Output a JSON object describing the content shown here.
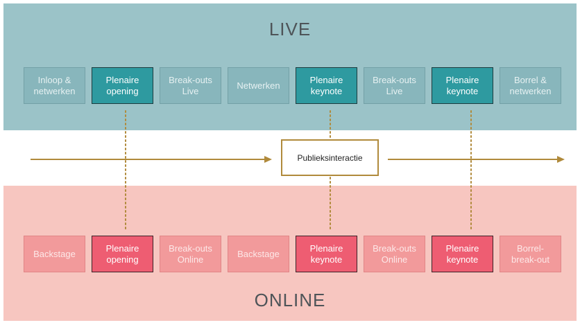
{
  "live": {
    "title": "LIVE",
    "items": [
      {
        "line1": "Inloop &",
        "line2": "netwerken",
        "key": false
      },
      {
        "line1": "Plenaire",
        "line2": "opening",
        "key": true
      },
      {
        "line1": "Break-outs",
        "line2": "Live",
        "key": false
      },
      {
        "line1": "Netwerken",
        "line2": "",
        "key": false
      },
      {
        "line1": "Plenaire",
        "line2": "keynote",
        "key": true
      },
      {
        "line1": "Break-outs",
        "line2": "Live",
        "key": false
      },
      {
        "line1": "Plenaire",
        "line2": "keynote",
        "key": true
      },
      {
        "line1": "Borrel &",
        "line2": "netwerken",
        "key": false
      }
    ]
  },
  "online": {
    "title": "ONLINE",
    "items": [
      {
        "line1": "Backstage",
        "line2": "",
        "key": false
      },
      {
        "line1": "Plenaire",
        "line2": "opening",
        "key": true
      },
      {
        "line1": "Break-outs",
        "line2": "Online",
        "key": false
      },
      {
        "line1": "Backstage",
        "line2": "",
        "key": false
      },
      {
        "line1": "Plenaire",
        "line2": "keynote",
        "key": true
      },
      {
        "line1": "Break-outs",
        "line2": "Online",
        "key": false
      },
      {
        "line1": "Plenaire",
        "line2": "keynote",
        "key": true
      },
      {
        "line1": "Borrel-",
        "line2": "break-out",
        "key": false
      }
    ]
  },
  "center": {
    "label": "Publieksinteractie"
  },
  "colors": {
    "live_band": "#9bc3c8",
    "live_key": "#2e9aa0",
    "online_band": "#f7c6c0",
    "online_key": "#ee5d72",
    "connector": "#b08a3b"
  }
}
